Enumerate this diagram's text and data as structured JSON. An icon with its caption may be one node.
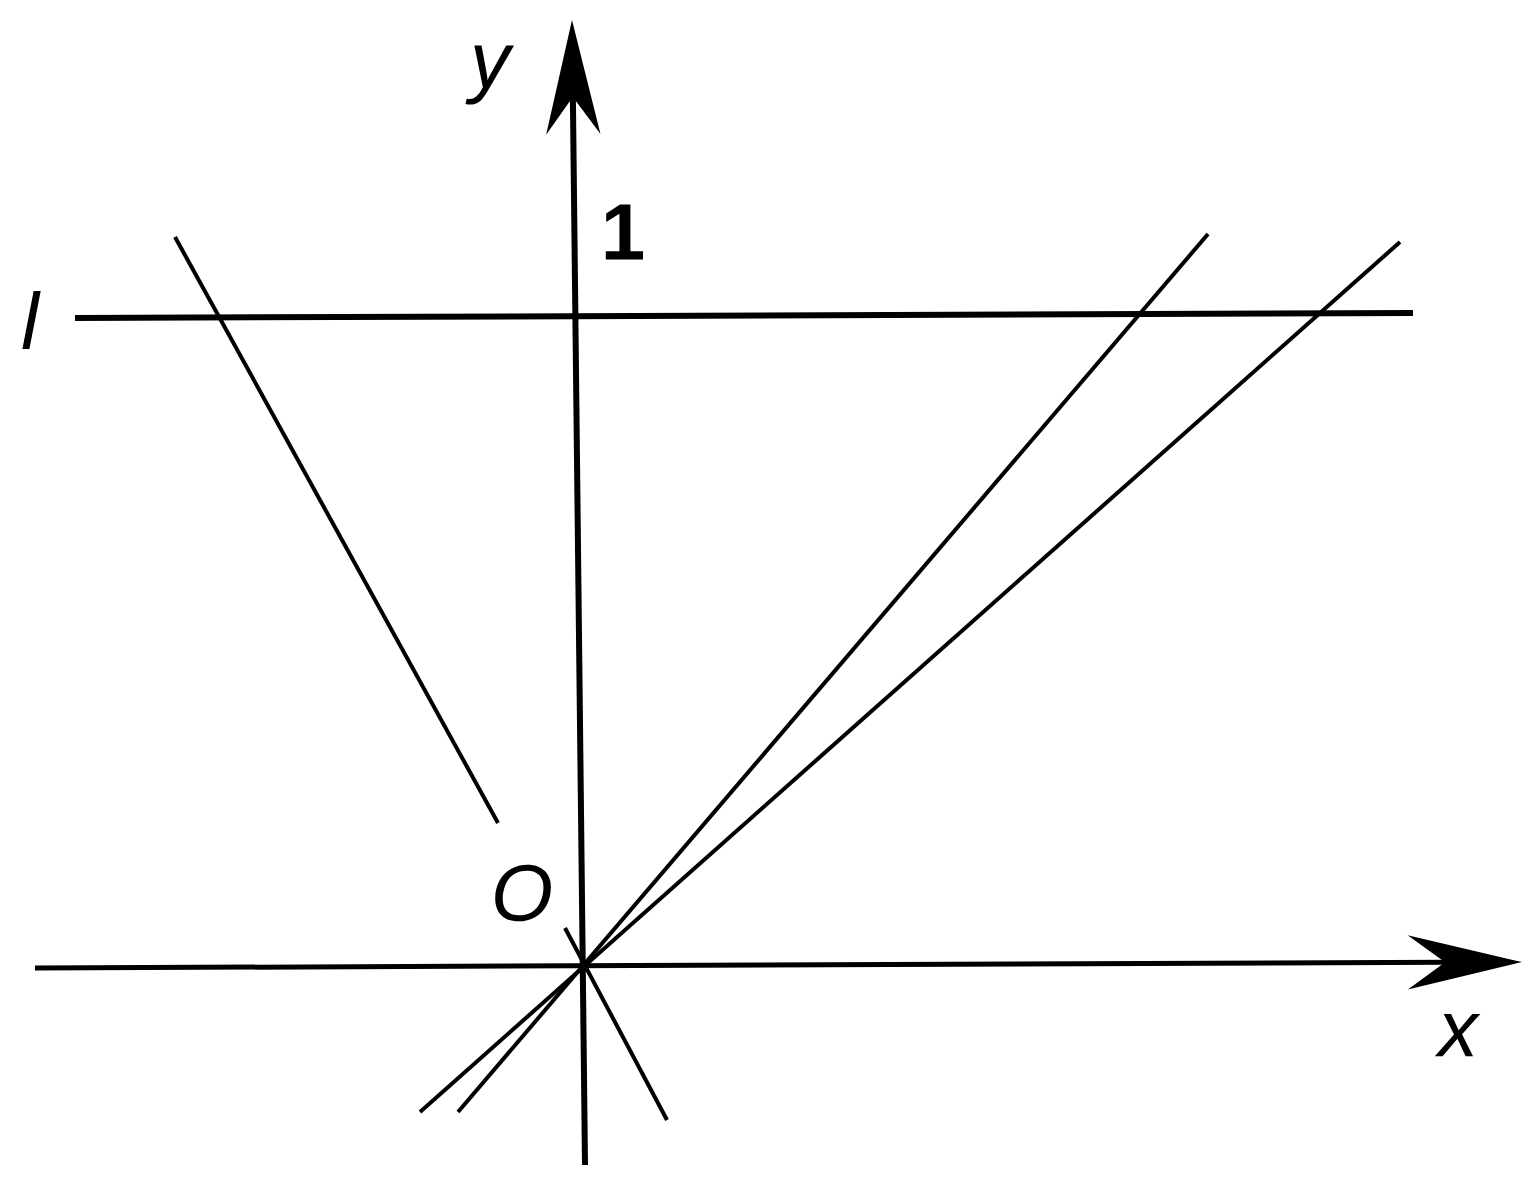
{
  "diagram": {
    "labels": [
      "y",
      "1",
      "l",
      "O",
      "x"
    ]
  }
}
